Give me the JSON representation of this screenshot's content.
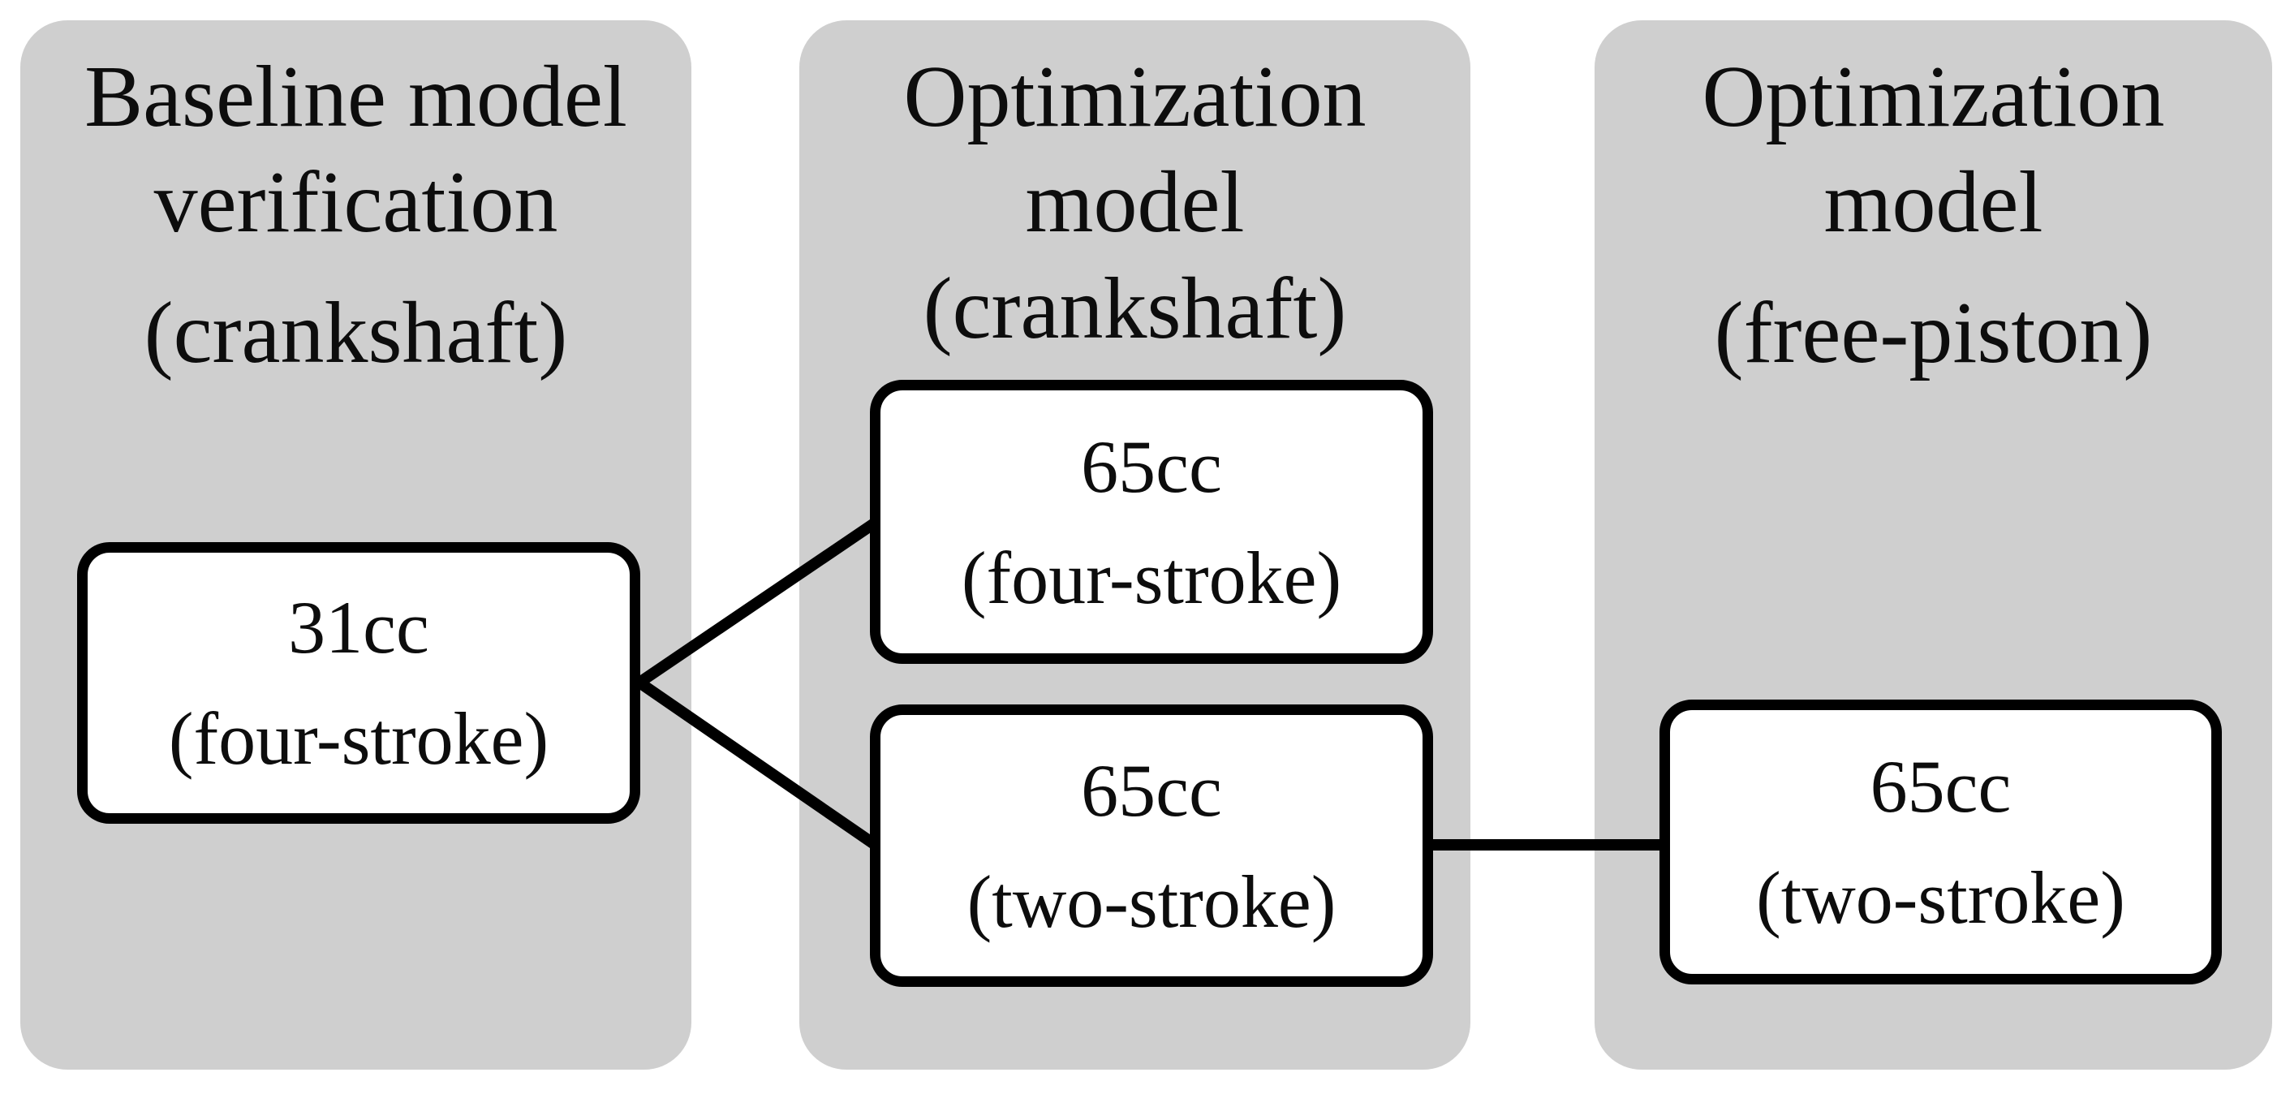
{
  "figure": {
    "type": "flowchart",
    "colors": {
      "column_fill": "#cfcfcf",
      "node_fill": "#ffffff",
      "border": "#000000",
      "text": "#0d0d0d"
    },
    "columns": [
      {
        "title": "Baseline model verification",
        "subtitle": "(crankshaft)"
      },
      {
        "title": "Optimization model",
        "subtitle": "(crankshaft)"
      },
      {
        "title": "Optimization model",
        "subtitle": "(free-piston)"
      }
    ],
    "nodes": [
      {
        "label": "31cc",
        "sublabel": "(four-stroke)"
      },
      {
        "label": "65cc",
        "sublabel": "(four-stroke)"
      },
      {
        "label": "65cc",
        "sublabel": "(two-stroke)"
      },
      {
        "label": "65cc",
        "sublabel": "(two-stroke)"
      }
    ],
    "connections": [
      {
        "from": "31cc (four-stroke)",
        "to": "65cc (four-stroke)"
      },
      {
        "from": "31cc (four-stroke)",
        "to": "65cc (two-stroke)"
      },
      {
        "from": "65cc (two-stroke) crankshaft",
        "to": "65cc (two-stroke) free-piston"
      }
    ]
  }
}
